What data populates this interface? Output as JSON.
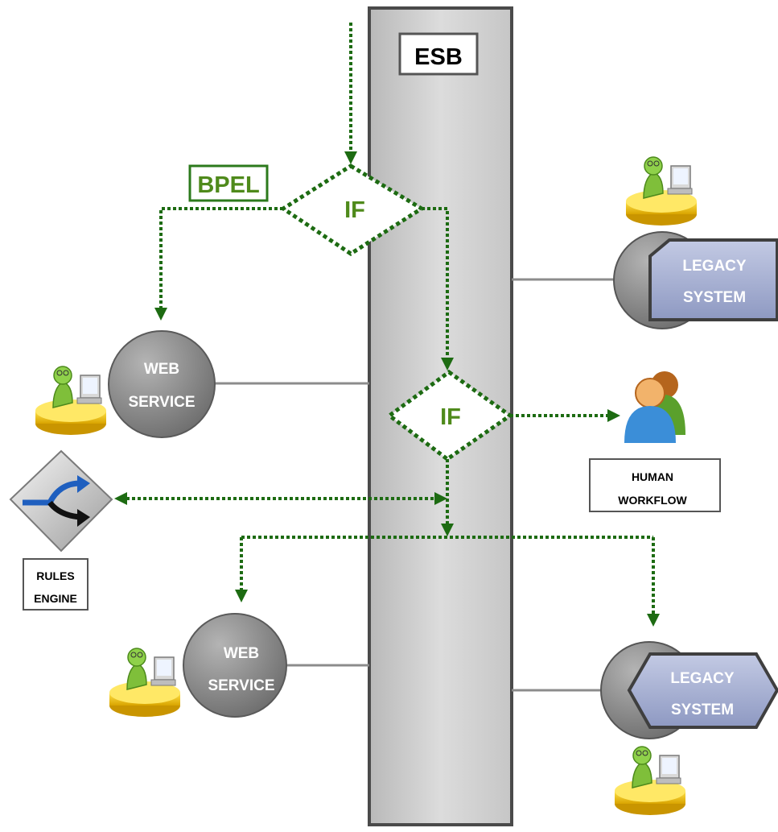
{
  "esb": {
    "label": "ESB"
  },
  "bpel": {
    "label": "BPEL"
  },
  "decisions": [
    {
      "label": "IF"
    },
    {
      "label": "IF"
    }
  ],
  "services": [
    {
      "line1": "WEB",
      "line2": "SERVICE"
    },
    {
      "line1": "WEB",
      "line2": "SERVICE"
    }
  ],
  "legacy_systems": [
    {
      "line1": "LEGACY",
      "line2": "SYSTEM"
    },
    {
      "line1": "LEGACY",
      "line2": "SYSTEM"
    }
  ],
  "human_workflow": {
    "line1": "HUMAN",
    "line2": "WORKFLOW"
  },
  "rules_engine": {
    "line1": "RULES",
    "line2": "ENGINE"
  },
  "colors": {
    "flow_green": "#1d6b12",
    "label_green": "#4f8a1b",
    "esb_fill": "#d4d4d4",
    "legacy_fill": "#a9b3d4"
  }
}
